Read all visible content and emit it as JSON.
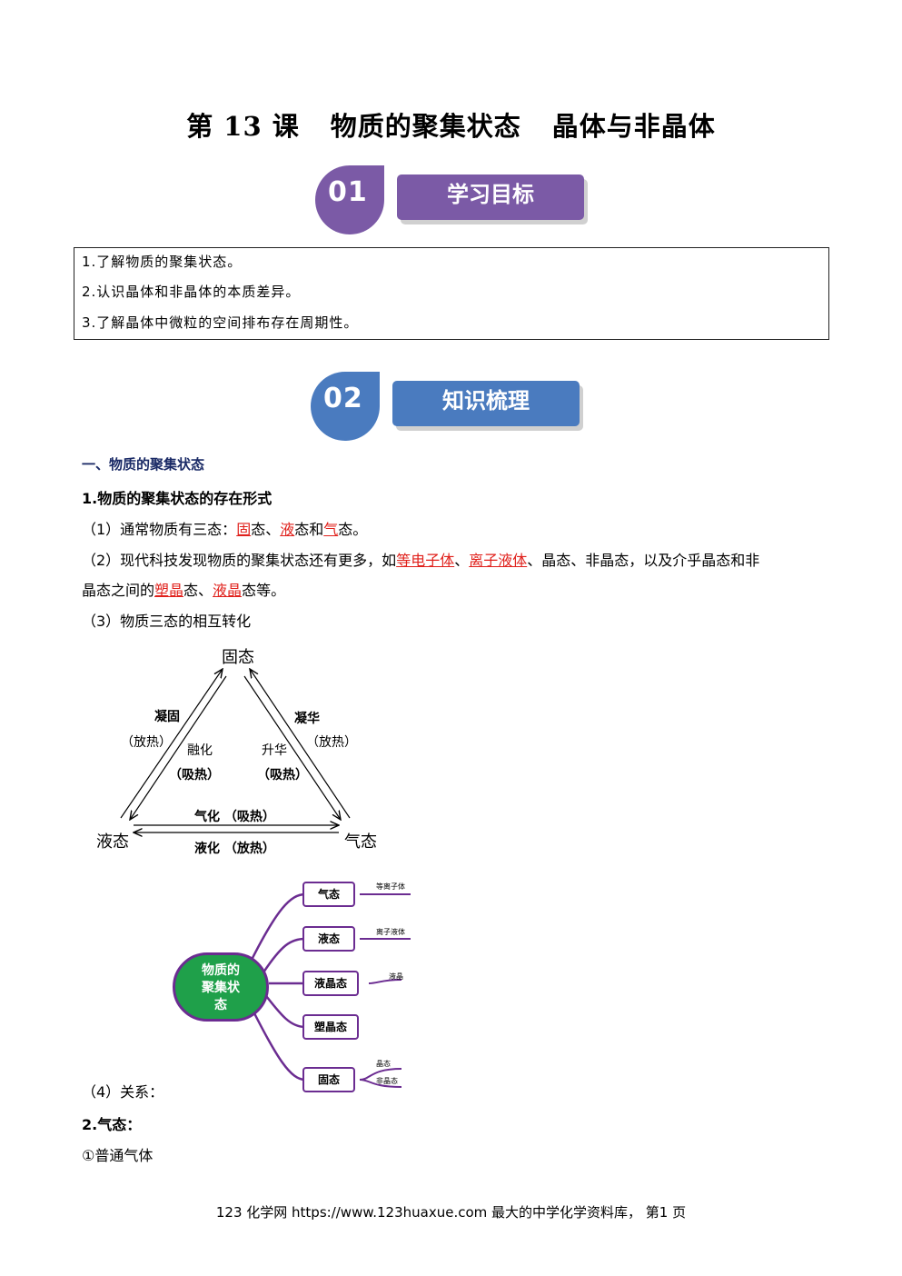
{
  "title": {
    "part1": "第 13 课",
    "part2": "物质的聚集状态",
    "part3": "晶体与非晶体"
  },
  "section1": {
    "number": "01",
    "label": "学习目标",
    "color": "#7b5aa6"
  },
  "goals": [
    "1.了解物质的聚集状态。",
    "2.认识晶体和非晶体的本质差异。",
    "3.了解晶体中微粒的空间排布存在周期性。"
  ],
  "section2": {
    "number": "02",
    "label": "知识梳理",
    "color": "#4a7bbf"
  },
  "heading1": "一、物质的聚集状态",
  "heading2": "1.物质的聚集状态的存在形式",
  "p1": {
    "a": "（1）通常物质有三态：",
    "b": "固",
    "c": "态、",
    "d": "液",
    "e": "态和",
    "f": "气",
    "g": "态。"
  },
  "p2": {
    "a": "（2）现代科技发现物质的聚集状态还有更多，如",
    "b": "等电子体",
    "c": "、",
    "d": "离子液体",
    "e": "、晶态、非晶态，以及介乎晶态和非",
    "f": "晶态之间的",
    "g": "塑晶",
    "h": "态、",
    "i": "液晶",
    "j": "态等。"
  },
  "p3": "（3）物质三态的相互转化",
  "triangle": {
    "solid": "固态",
    "liquid": "液态",
    "gas": "气态",
    "freeze": "凝固",
    "freeze_heat": "（放热）",
    "melt": "融化",
    "melt_heat": "（吸热）",
    "sublime": "升华",
    "sublime_heat": "（吸热）",
    "deposit": "凝华",
    "deposit_heat": "（放热）",
    "vaporize": "气化 （吸热）",
    "liquefy": "液化 （放热）"
  },
  "mindmap": {
    "center": [
      "物质的",
      "聚集状",
      "态"
    ],
    "boxes": [
      "气态",
      "液态",
      "液晶态",
      "塑晶态",
      "固态"
    ],
    "leaves": {
      "gas": "等离子体",
      "liquid": "离子液体",
      "lc": "液晶",
      "solid1": "晶态",
      "solid2": "非晶态"
    },
    "color": "#6b2c91",
    "center_color": "#1fa04a"
  },
  "p4": "（4）关系：",
  "heading3": "2.气态：",
  "p5": "①普通气体",
  "footer": "123 化学网  https://www.123huaxue.com  最大的中学化学资料库，  第1 页"
}
